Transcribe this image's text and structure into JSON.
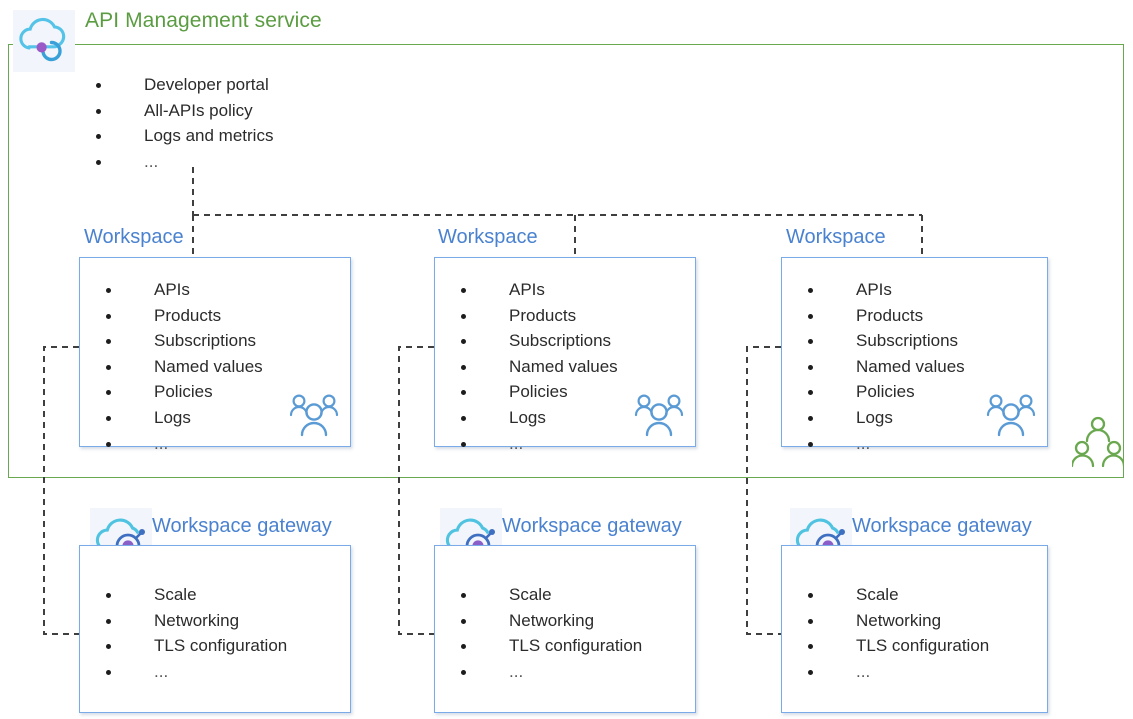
{
  "diagram": {
    "title": "API Management service",
    "title_color": "#5b9c42",
    "container_border_color": "#6aa84f",
    "card_border_color": "#7aabe8",
    "card_label_color": "#4a82d0",
    "connector_color": "#3f3f3f",
    "people_icon_blue": "#5b9bd5",
    "people_icon_green": "#6aa84f"
  },
  "service": {
    "label": "API Management service",
    "icon": "api-management-cloud-icon",
    "features": [
      "Developer portal",
      "All-APIs policy",
      "Logs and metrics",
      "..."
    ],
    "users_icon": "people-group-icon"
  },
  "workspaces": [
    {
      "label": "Workspace",
      "features": [
        "APIs",
        "Products",
        "Subscriptions",
        "Named values",
        "Policies",
        "Logs",
        "..."
      ],
      "users_icon": "people-group-icon"
    },
    {
      "label": "Workspace",
      "features": [
        "APIs",
        "Products",
        "Subscriptions",
        "Named values",
        "Policies",
        "Logs",
        "..."
      ],
      "users_icon": "people-group-icon"
    },
    {
      "label": "Workspace",
      "features": [
        "APIs",
        "Products",
        "Subscriptions",
        "Named values",
        "Policies",
        "Logs",
        "..."
      ],
      "users_icon": "people-group-icon"
    }
  ],
  "gateways": [
    {
      "label": "Workspace gateway",
      "icon": "workspace-gateway-cloud-icon",
      "features": [
        "Scale",
        "Networking",
        "TLS configuration",
        "..."
      ]
    },
    {
      "label": "Workspace gateway",
      "icon": "workspace-gateway-cloud-icon",
      "features": [
        "Scale",
        "Networking",
        "TLS configuration",
        "..."
      ]
    },
    {
      "label": "Workspace gateway",
      "icon": "workspace-gateway-cloud-icon",
      "features": [
        "Scale",
        "Networking",
        "TLS configuration",
        "..."
      ]
    }
  ]
}
